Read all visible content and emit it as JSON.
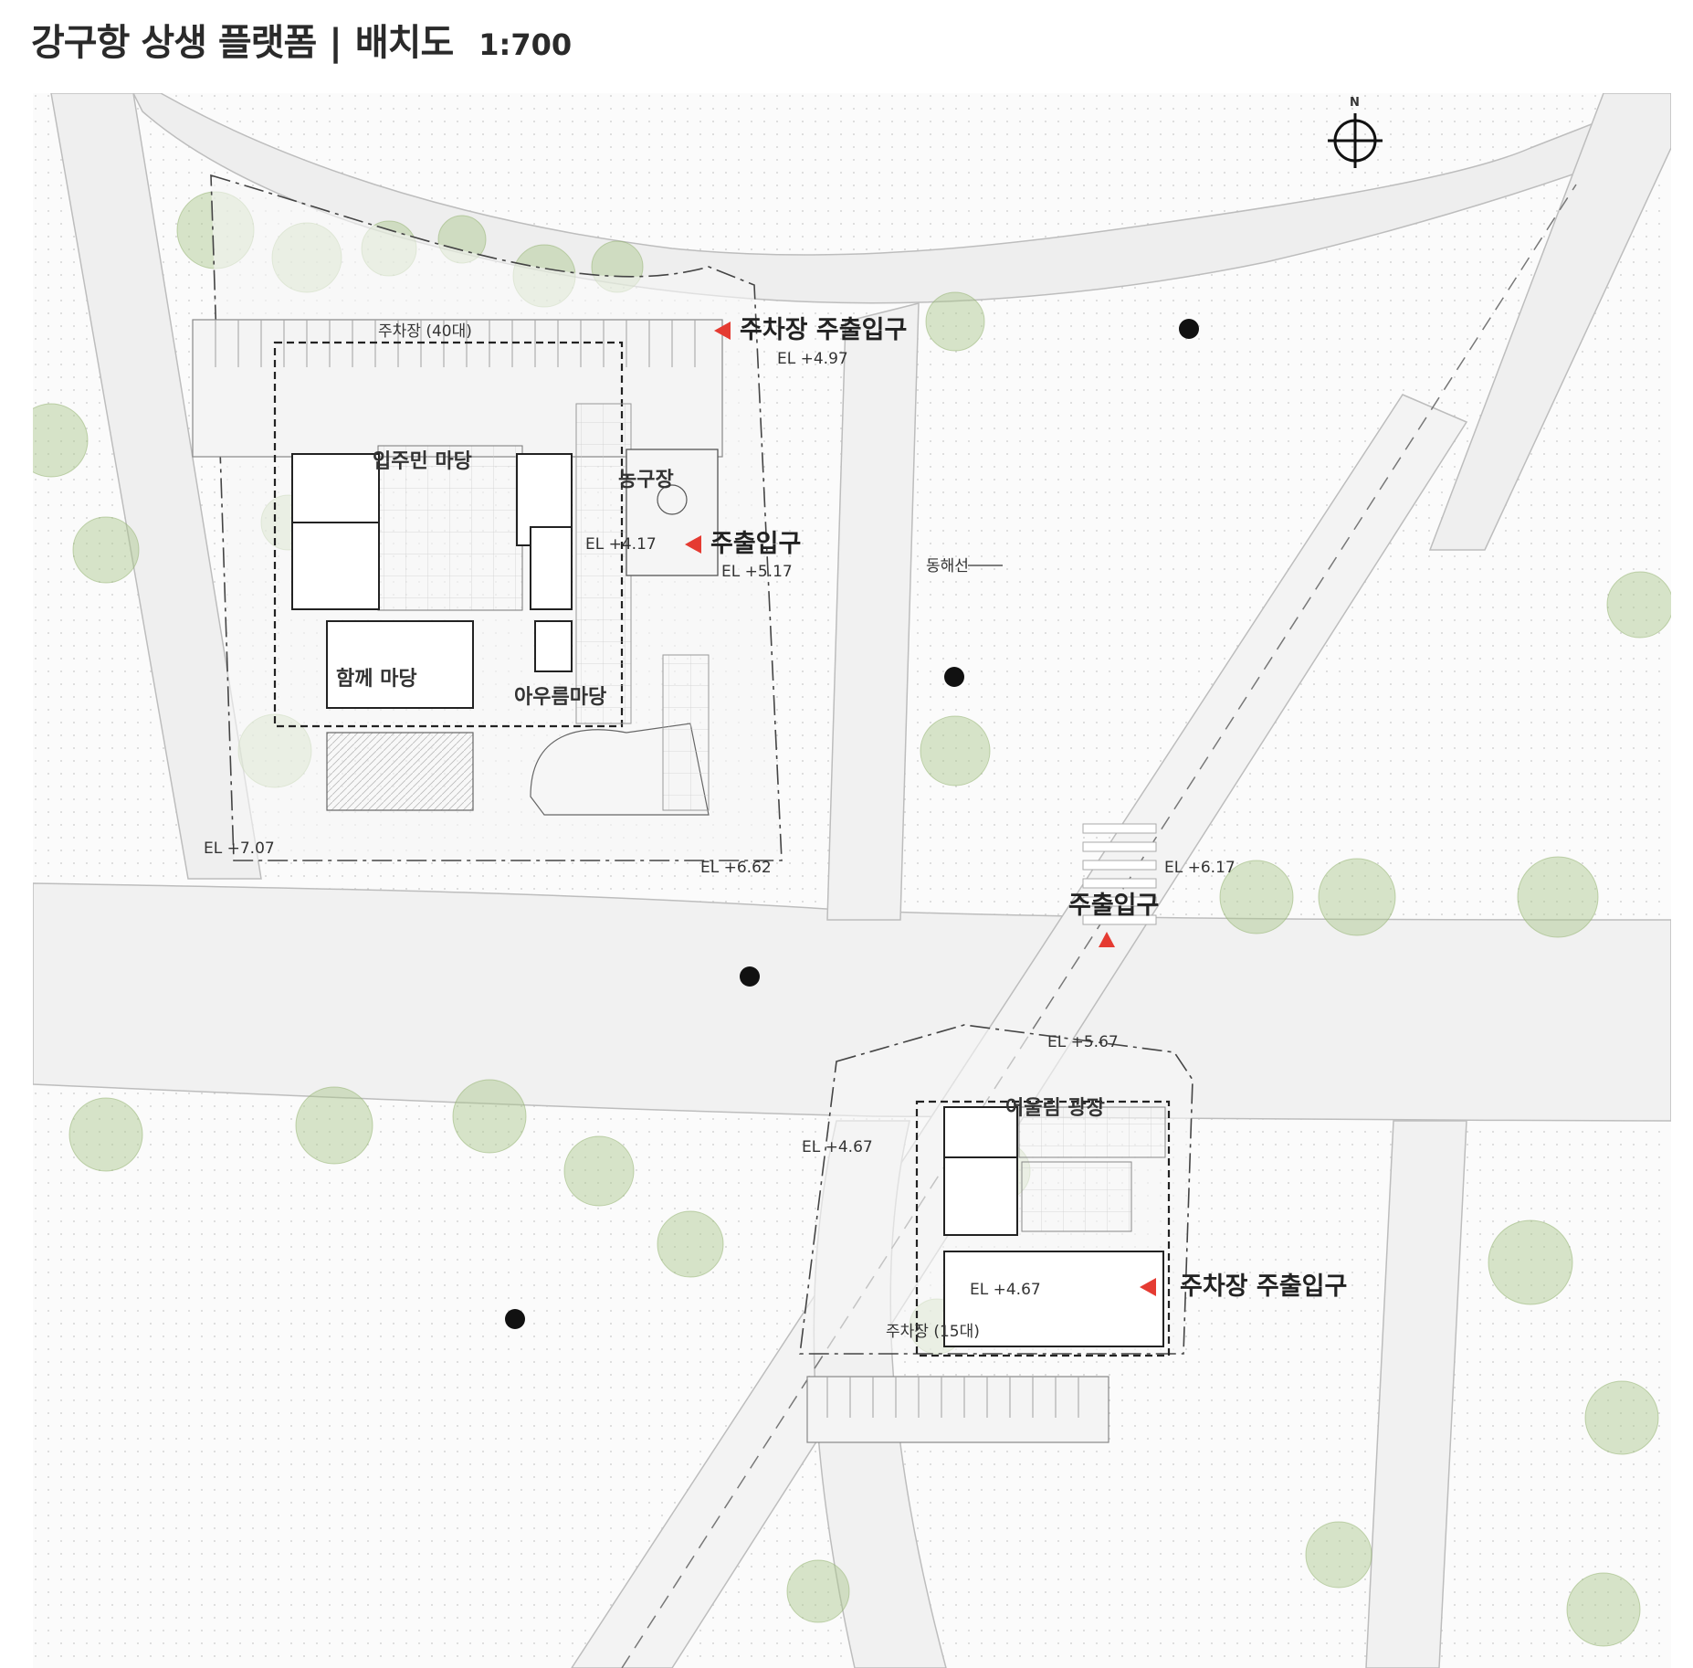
{
  "title": {
    "main": "강구항 상생 플랫폼",
    "separator": "|",
    "sub": "배치도",
    "scale": "1:700"
  },
  "compass": {
    "label": "N"
  },
  "labels": {
    "parking_north": "주차장 (40대)",
    "residents_yard": "입주민 마당",
    "basketball": "농구장",
    "together_yard": "함께 마당",
    "harmony_yard": "아우름마당",
    "donghae_line": "동해선",
    "plaza": "어울림 광장",
    "parking_south": "주차장 (15대)"
  },
  "entrances": {
    "parking_entry_north": "주차장 주출입구",
    "main_entry_north": "주출입구",
    "main_entry_south": "주출입구",
    "parking_entry_south": "주차장 주출입구"
  },
  "elevations": {
    "el_497": "EL +4.97",
    "el_417": "EL +4.17",
    "el_517": "EL +5.17",
    "el_707": "EL +7.07",
    "el_662": "EL +6.62",
    "el_617": "EL +6.17",
    "el_567": "EL +5.67",
    "el_467a": "EL +4.67",
    "el_467b": "EL +4.67"
  },
  "colors": {
    "road": "#f2f2f2",
    "ground": "#fafafa",
    "tree": "#9fbf7a",
    "line": "#333333",
    "accent_red": "#e53b32",
    "marker": "#111111"
  }
}
